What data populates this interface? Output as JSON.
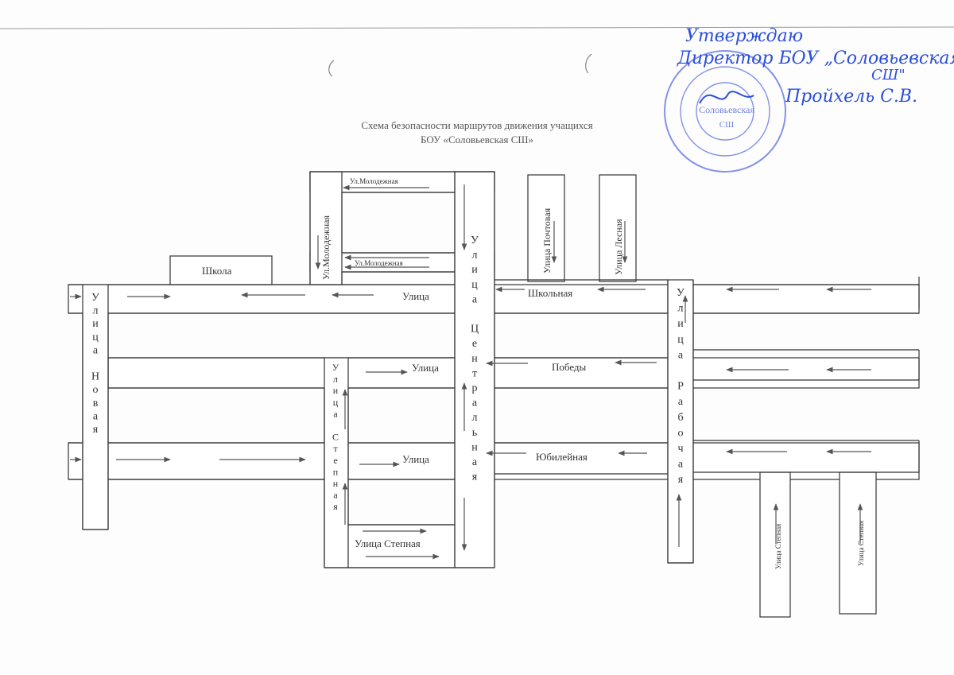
{
  "title": {
    "line1": "Схема безопасности маршрутов движения учащихся",
    "line2": "БОУ «Соловьевская СШ»"
  },
  "labels": {
    "school": "Школа",
    "ulitsa": "Улица",
    "shkolnaya": "Школьная",
    "pobedy": "Победы",
    "yubileynaya": "Юбилейная",
    "molodezhnaya_small": "Ул.Молодежная",
    "molodezhnaya_vertical": "Ул.Молодежная",
    "pochtovaya": "Улица Почтовая",
    "lesnaya": "Улица Лесная",
    "stepnaya_bottom": "Улица Степная",
    "stepnaya_right": "Улица Степная"
  },
  "stacked_labels": [
    {
      "id": "novaya",
      "letters": [
        "У",
        "л",
        "и",
        "ц",
        "а",
        "",
        "Н",
        "о",
        "в",
        "а",
        "я"
      ]
    },
    {
      "id": "stepnaya",
      "letters": [
        "У",
        "л",
        "и",
        "ц",
        "а",
        "",
        "С",
        "т",
        "е",
        "п",
        "н",
        "а",
        "я"
      ]
    },
    {
      "id": "centralnaya",
      "letters": [
        "У",
        "л",
        "и",
        "ц",
        "а",
        "",
        "Ц",
        "е",
        "н",
        "т",
        "р",
        "а",
        "л",
        "ь",
        "н",
        "а",
        "я"
      ]
    },
    {
      "id": "rabochaya",
      "letters": [
        "У",
        "л",
        "и",
        "ц",
        "а",
        "",
        "Р",
        "а",
        "б",
        "о",
        "ч",
        "а",
        "я"
      ]
    }
  ],
  "stamp": {
    "line1": "Соловьевская",
    "line2": "СШ"
  },
  "approval": {
    "line1": "Утверждаю",
    "line2": "Директор БОУ „Соловьевская",
    "line3": "СШ\"",
    "name": "Пройхель С.В."
  }
}
